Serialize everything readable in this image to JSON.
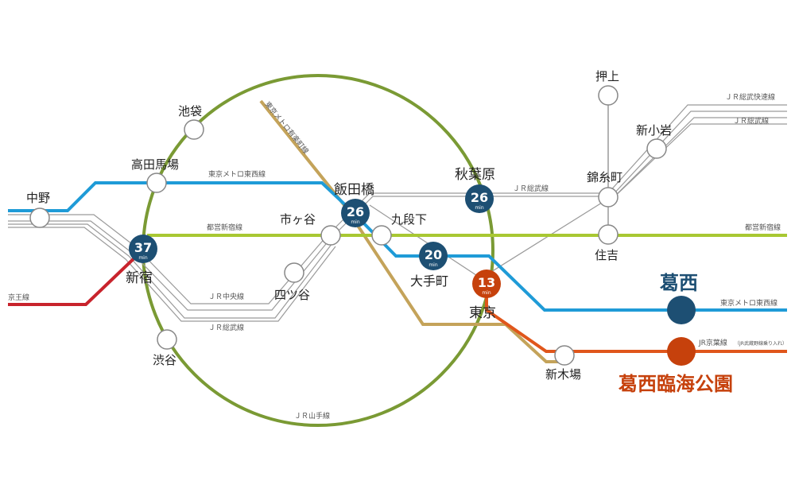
{
  "colors": {
    "yamanote": "#7a9a34",
    "tozai": "#1f9bd7",
    "shinjuku_line": "#a8c832",
    "yurakucho": "#c4a35a",
    "keio": "#c8232c",
    "keiyo": "#e0561b",
    "jr_gray": "#9a9a9a",
    "time_badge": "#1d4f73",
    "tokyo_badge": "#c6410c",
    "kasai": "#1d4f73",
    "kasai_rinkai": "#c6410c"
  },
  "stations": {
    "nakano": "中野",
    "takadanobaba": "高田馬場",
    "ikebukuro": "池袋",
    "shinjuku": "新宿",
    "shibuya": "渋谷",
    "yotsuya": "四ツ谷",
    "ichigaya": "市ヶ谷",
    "iidabashi": "飯田橋",
    "kudanshita": "九段下",
    "otemachi": "大手町",
    "akihabara": "秋葉原",
    "tokyo": "東京",
    "shinkiba": "新木場",
    "oshiage": "押上",
    "shinkoiwa": "新小岩",
    "kinshicho": "錦糸町",
    "sumiyoshi": "住吉"
  },
  "destinations": {
    "kasai": "葛西",
    "kasai_rinkai": "葛西臨海公園"
  },
  "times": {
    "shinjuku": "37",
    "iidabashi": "26",
    "akihabara": "26",
    "otemachi": "20",
    "tokyo": "13",
    "unit": "min"
  },
  "lines": {
    "tozai_top": "東京メトロ東西線",
    "tozai_right": "東京メトロ東西線",
    "yurakucho": "東京メトロ有楽町線",
    "shinjuku_left": "都営新宿線",
    "shinjuku_right": "都営新宿線",
    "chuo": "ＪＲ中央線",
    "sobu_left": "ＪＲ総武線",
    "sobu_mid": "ＪＲ総武線",
    "sobu_rapid": "ＪＲ総武快速線",
    "sobu_right": "ＪＲ総武線",
    "yamanote": "ＪＲ山手線",
    "keio": "京王線",
    "keiyo": "JR京葉線",
    "keiyo_note": "（JR武蔵野線乗り入れ）"
  }
}
